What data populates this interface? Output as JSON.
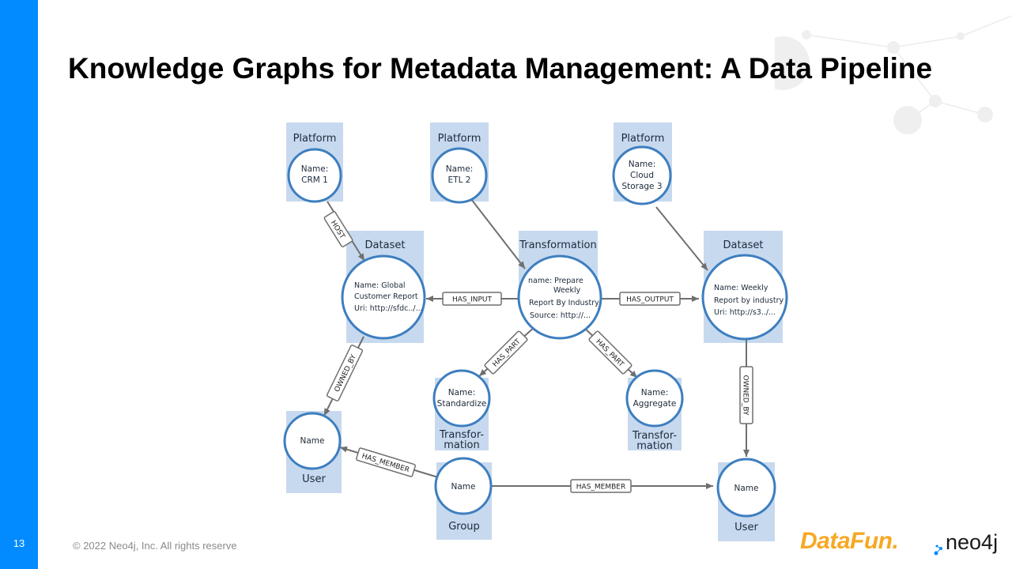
{
  "slide": {
    "number": "13",
    "title": "Knowledge Graphs for Metadata Management: A Data Pipeline",
    "copyright": "© 2022 Neo4j, Inc. All rights reserve",
    "logos": {
      "datafun": "DataFun.",
      "neo4j": "neo4j"
    }
  },
  "colors": {
    "accent": "#018bff",
    "node_stroke": "#3d7ebf",
    "label_bg": "#c7d9ee",
    "datafun": "#f7a823"
  },
  "diagram": {
    "nodes": {
      "p1": {
        "category": "Platform",
        "lines": [
          "Name:",
          "CRM 1"
        ]
      },
      "p2": {
        "category": "Platform",
        "lines": [
          "Name:",
          "ETL 2"
        ]
      },
      "p3": {
        "category": "Platform",
        "lines": [
          "Name:",
          "Cloud",
          "Storage 3"
        ]
      },
      "d1": {
        "category": "Dataset",
        "lines": [
          "Name: Global",
          "Customer Report",
          "Uri: http://sfdc../..."
        ]
      },
      "tr": {
        "category": "Transformation",
        "lines": [
          "name: Prepare",
          "Weekly",
          "Report By Industry",
          "Source: http://..."
        ]
      },
      "d2": {
        "category": "Dataset",
        "lines": [
          "Name: Weekly",
          "Report by industry",
          "Uri: http://s3../..."
        ]
      },
      "t1": {
        "category": [
          "Transfor-",
          "mation"
        ],
        "lines": [
          "Name:",
          "Standardize"
        ]
      },
      "t2": {
        "category": [
          "Transfor-",
          "mation"
        ],
        "lines": [
          "Name:",
          "Aggregate"
        ]
      },
      "u1": {
        "category": "User",
        "lines": [
          "Name"
        ]
      },
      "g1": {
        "category": "Group",
        "lines": [
          "Name"
        ]
      },
      "u2": {
        "category": "User",
        "lines": [
          "Name"
        ]
      }
    },
    "edges": {
      "host": "HOST",
      "has_input": "HAS_INPUT",
      "has_output": "HAS_OUTPUT",
      "has_part_1": "HAS_PART",
      "has_part_2": "HAS_PART",
      "owned_by_1": "OWNED_BY",
      "owned_by_2": "OWNED_BY",
      "has_member_1": "HAS_MEMBER",
      "has_member_2": "HAS_MEMBER"
    }
  }
}
